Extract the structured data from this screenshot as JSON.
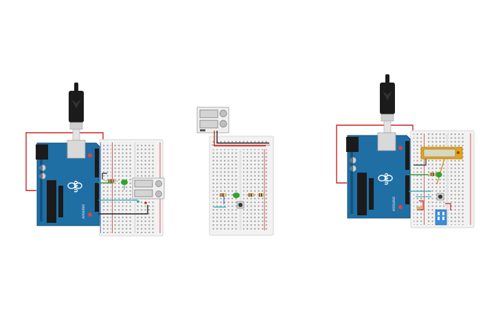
{
  "canvas": {
    "background": "#ffffff"
  },
  "colors": {
    "arduino_board": "#1f6fa5",
    "arduino_edge": "#0d4b78",
    "breadboard": "#f0f0f0",
    "rail_red": "#d42a2a",
    "rail_blue": "#2a6fd4",
    "wire_red": "#cc1f1f",
    "wire_black": "#222222",
    "wire_green": "#2e9e3a",
    "wire_teal": "#1aa5b8",
    "wire_orange": "#e08a12",
    "led_green": "#2da52a",
    "lcd_frame": "#e6a21a",
    "dip_switch": "#3b8fd8"
  },
  "circuits": [
    {
      "id": "circuit-1",
      "components": [
        "arduino-uno",
        "usb-cable",
        "breadboard",
        "resistor",
        "green-led",
        "relay-module"
      ],
      "board_labels": {
        "brand": "ARDUINO",
        "model": "UNO"
      }
    },
    {
      "id": "circuit-2",
      "components": [
        "breadboard",
        "relay-module",
        "resistor",
        "green-led",
        "resistor",
        "pushbutton",
        "resistor"
      ]
    },
    {
      "id": "circuit-3",
      "components": [
        "arduino-uno",
        "usb-cable",
        "breadboard",
        "lcd-display",
        "potentiometer",
        "resistor",
        "green-led",
        "pushbutton",
        "dip-switch"
      ],
      "board_labels": {
        "brand": "ARDUINO",
        "model": "UNO"
      }
    }
  ],
  "icons": {
    "usb_cable": "usb-cable-icon",
    "led": "led-icon",
    "pushbutton": "pushbutton-icon",
    "relay": "relay-icon",
    "lcd": "lcd-icon",
    "dip_switch": "dip-switch-icon"
  }
}
